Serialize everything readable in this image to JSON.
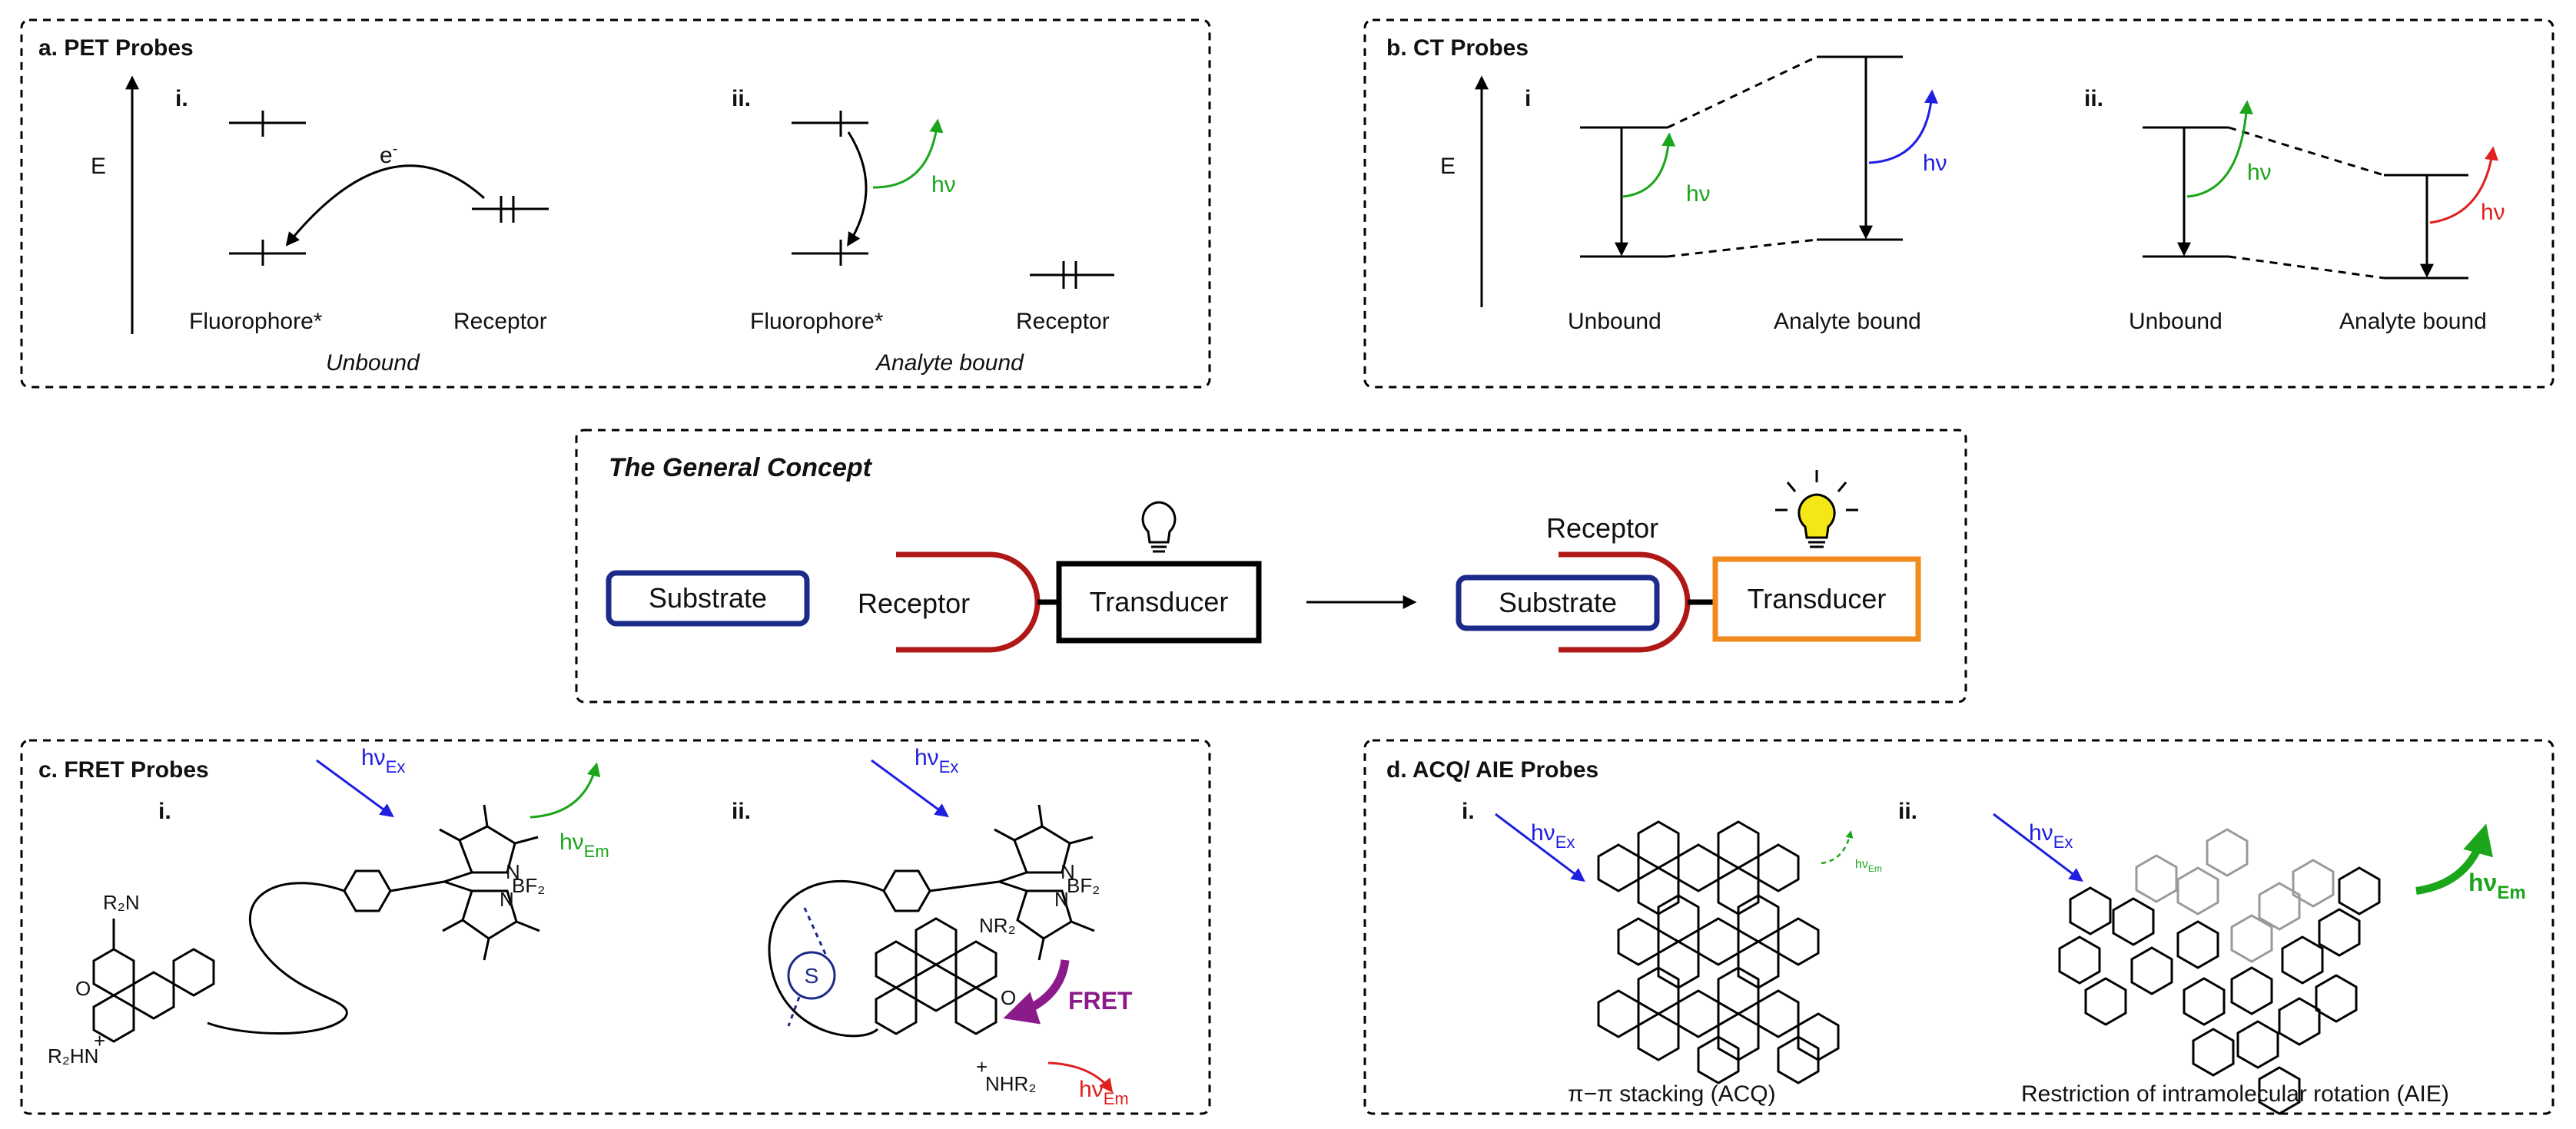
{
  "panel_a": {
    "title": "a. PET Probes",
    "axis_label": "E",
    "i_label": "i.",
    "ii_label": "ii.",
    "electron_label": "e",
    "electron_sup": "-",
    "hv_label": "hν",
    "i_fluorophore": "Fluorophore*",
    "i_receptor": "Receptor",
    "i_state": "Unbound",
    "ii_fluorophore": "Fluorophore*",
    "ii_receptor": "Receptor",
    "ii_state": "Analyte bound"
  },
  "panel_b": {
    "title": "b. CT Probes",
    "axis_label": "E",
    "i_label": "i",
    "ii_label": "ii.",
    "hv_1": "hν",
    "hv_2": "hν",
    "hv_3": "hν",
    "hv_4": "hν",
    "i_unbound": "Unbound",
    "i_bound": "Analyte bound",
    "ii_unbound": "Unbound",
    "ii_bound": "Analyte bound"
  },
  "concept": {
    "title": "The General Concept",
    "substrate_left": "Substrate",
    "receptor_left": "Receptor",
    "transducer_left": "Transducer",
    "receptor_right": "Receptor",
    "substrate_right": "Substrate",
    "transducer_right": "Transducer"
  },
  "panel_c": {
    "title": "c. FRET Probes",
    "i_label": "i.",
    "ii_label": "ii.",
    "hv": "hν",
    "ex": "Ex",
    "em": "Em",
    "r2n": "R₂N",
    "r2hn": "R₂HN",
    "plus": "+",
    "o": "O",
    "n": "N",
    "bf2": "BF₂",
    "nr2": "NR₂",
    "nhr2": "NHR₂",
    "s_label": "S",
    "fret": "FRET"
  },
  "panel_d": {
    "title": "d. ACQ/ AIE Probes",
    "i_label": "i.",
    "ii_label": "ii.",
    "hv": "hν",
    "ex": "Ex",
    "em": "Em",
    "acq_caption": "π−π stacking (ACQ)",
    "aie_caption": "Restriction of intramolecular rotation (AIE)"
  },
  "colors": {
    "blue": "#1f1fe0",
    "green": "#1aa51a",
    "red": "#e01f1f",
    "navy": "#1c2a8a",
    "dark_red": "#b01818",
    "orange": "#f08a1c",
    "purple": "#8b1a8b",
    "bulb_yellow": "#f5e616"
  }
}
